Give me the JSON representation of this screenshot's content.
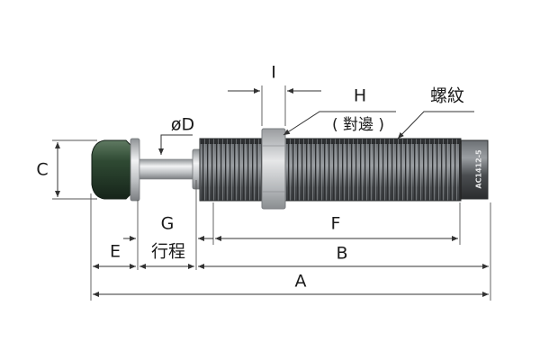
{
  "labels": {
    "A": "A",
    "B": "B",
    "C": "C",
    "D": "øD",
    "E": "E",
    "F": "F",
    "G": "G",
    "H": "H",
    "H_sub": "( 對邊 )",
    "I": "I",
    "thread": "螺紋",
    "stroke": "行程"
  },
  "body_marking": "AC1412-5",
  "colors": {
    "cap": "#2f4a33",
    "body": "#4a4d50",
    "metal": "#c9ccce"
  }
}
